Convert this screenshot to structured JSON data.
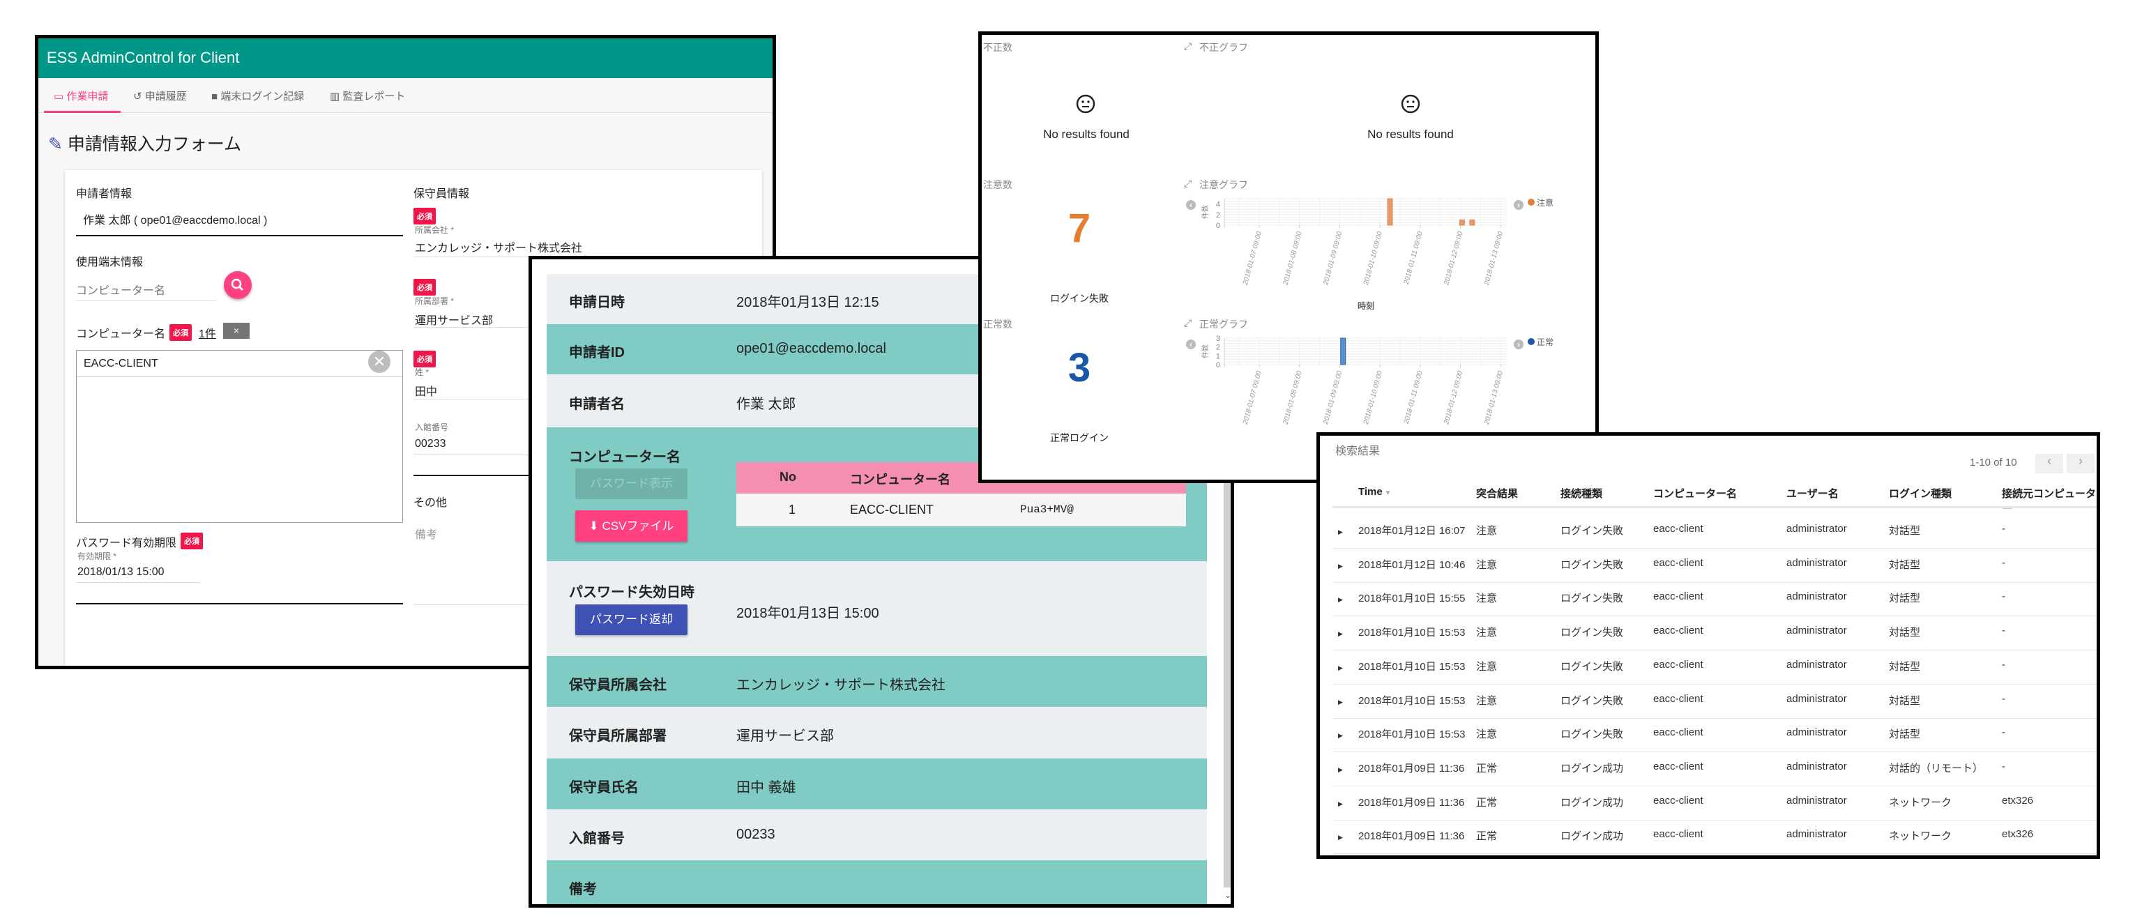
{
  "form_window": {
    "app_title": "ESS AdminControl for Client",
    "tabs": [
      {
        "label": "作業申請",
        "icon": "monitor-icon",
        "active": true
      },
      {
        "label": "申請履歴",
        "icon": "history-icon",
        "active": false
      },
      {
        "label": "端末ログイン記録",
        "icon": "video-icon",
        "active": false
      },
      {
        "label": "監査レポート",
        "icon": "bar-chart-icon",
        "active": false
      }
    ],
    "page_title": "申請情報入力フォーム",
    "applicant_section": "申請者情報",
    "applicant_value": "作業 太郎 ( ope01@eaccdemo.local )",
    "terminal_section": "使用端末情報",
    "computer_search_placeholder": "コンピューター名",
    "computer_name_label": "コンピューター名",
    "required_badge": "必須",
    "computer_count": "1件",
    "clear_label": "×",
    "computer_list": [
      "EACC-CLIENT"
    ],
    "password_expiry_label": "パスワード有効期限",
    "expiry_field_label": "有効期限 *",
    "expiry_value": "2018/01/13 15:00",
    "maintainer_section": "保守員情報",
    "company_label": "所属会社 *",
    "company_value": "エンカレッジ・サポート株式会社",
    "department_label": "所属部署 *",
    "department_value": "運用サービス部",
    "surname_label": "姓 *",
    "surname_value": "田中",
    "entry_number_label": "入館番号",
    "entry_number_value": "00233",
    "other_section": "その他",
    "remarks_placeholder": "備考"
  },
  "detail_window": {
    "rows": [
      {
        "label": "申請日時",
        "value": "2018年01月13日 12:15"
      },
      {
        "label": "申請者ID",
        "value": "ope01@eaccdemo.local"
      },
      {
        "label": "申請者名",
        "value": "作業 太郎"
      },
      {
        "label": "コンピューター名",
        "value": ""
      },
      {
        "label": "パスワード失効日時",
        "value": "2018年01月13日 15:00"
      },
      {
        "label": "保守員所属会社",
        "value": "エンカレッジ・サポート株式会社"
      },
      {
        "label": "保守員所属部署",
        "value": "運用サービス部"
      },
      {
        "label": "保守員氏名",
        "value": "田中 義雄"
      },
      {
        "label": "入館番号",
        "value": "00233"
      },
      {
        "label": "備考",
        "value": ""
      }
    ],
    "show_password_button": "パスワード表示",
    "csv_button": "CSVファイル",
    "return_password_button": "パスワード返却",
    "computer_table": {
      "headers": [
        "No",
        "コンピューター名"
      ],
      "rows": [
        [
          "1",
          "EACC-CLIENT",
          "Pua3+MV@"
        ]
      ]
    }
  },
  "dashboard_window": {
    "fraud_count_label": "不正数",
    "fraud_graph_label": "不正グラフ",
    "no_results": "No results found",
    "caution_count_label": "注意数",
    "caution_count": "7",
    "caution_caption": "ログイン失敗",
    "caution_graph_label": "注意グラフ",
    "normal_count_label": "正常数",
    "normal_count": "3",
    "normal_caption": "正常ログイン",
    "normal_graph_label": "正常グラフ",
    "colors": {
      "caution": "#e67e32",
      "normal": "#1a57a8"
    }
  },
  "chart_data": [
    {
      "type": "bar",
      "title": "注意グラフ",
      "ylabel": "件数",
      "xlabel": "時刻",
      "legend": "注意",
      "legend_position": "right",
      "color": "#e8996a",
      "ylim": [
        0,
        5
      ],
      "yticks": [
        0,
        2,
        4
      ],
      "xticks": [
        "2018-01-07 09:00",
        "2018-01-08 09:00",
        "2018-01-09 09:00",
        "2018-01-10 09:00",
        "2018-01-11 09:00",
        "2018-01-12 09:00",
        "2018-01-13 09:00"
      ],
      "x": [
        "2018-01-10 15:00",
        "2018-01-12 10:00",
        "2018-01-12 16:00"
      ],
      "values": [
        5,
        1,
        1
      ],
      "grid": true
    },
    {
      "type": "bar",
      "title": "正常グラフ",
      "ylabel": "件数",
      "legend": "正常",
      "legend_position": "right",
      "color": "#5b8fd1",
      "ylim": [
        0,
        3
      ],
      "yticks": [
        0,
        1,
        2,
        3
      ],
      "xticks": [
        "2018-01-07 09:00",
        "2018-01-08 09:00",
        "2018-01-09 09:00",
        "2018-01-10 09:00",
        "2018-01-11 09:00",
        "2018-01-12 09:00",
        "2018-01-13 09:00"
      ],
      "x": [
        "2018-01-09 11:00"
      ],
      "values": [
        3
      ],
      "grid": true
    }
  ],
  "results_window": {
    "title": "検索結果",
    "pagination": "1-10 of 10",
    "headers": [
      "Time",
      "突合結果",
      "接続種類",
      "コンピューター名",
      "ユーザー名",
      "ログイン種類",
      "接続元コンピューター"
    ],
    "rows": [
      [
        "2018年01月12日 16:07",
        "注意",
        "ログイン失敗",
        "eacc-client",
        "administrator",
        "対話型",
        "-"
      ],
      [
        "2018年01月12日 10:46",
        "注意",
        "ログイン失敗",
        "eacc-client",
        "administrator",
        "対話型",
        "-"
      ],
      [
        "2018年01月10日 15:55",
        "注意",
        "ログイン失敗",
        "eacc-client",
        "administrator",
        "対話型",
        "-"
      ],
      [
        "2018年01月10日 15:53",
        "注意",
        "ログイン失敗",
        "eacc-client",
        "administrator",
        "対話型",
        "-"
      ],
      [
        "2018年01月10日 15:53",
        "注意",
        "ログイン失敗",
        "eacc-client",
        "administrator",
        "対話型",
        "-"
      ],
      [
        "2018年01月10日 15:53",
        "注意",
        "ログイン失敗",
        "eacc-client",
        "administrator",
        "対話型",
        "-"
      ],
      [
        "2018年01月10日 15:53",
        "注意",
        "ログイン失敗",
        "eacc-client",
        "administrator",
        "対話型",
        "-"
      ],
      [
        "2018年01月09日 11:36",
        "正常",
        "ログイン成功",
        "eacc-client",
        "administrator",
        "対話的（リモート）",
        "-"
      ],
      [
        "2018年01月09日 11:36",
        "正常",
        "ログイン成功",
        "eacc-client",
        "administrator",
        "ネットワーク",
        "etx326"
      ],
      [
        "2018年01月09日 11:36",
        "正常",
        "ログイン成功",
        "eacc-client",
        "administrator",
        "ネットワーク",
        "etx326"
      ]
    ]
  }
}
